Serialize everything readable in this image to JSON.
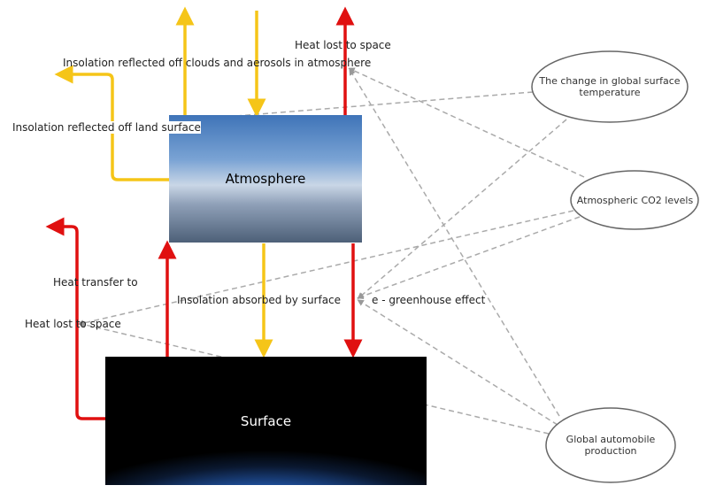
{
  "boxes": {
    "atmosphere": "Atmosphere",
    "surface": "Surface"
  },
  "flow_labels": {
    "clouds": "Insolation reflected off clouds and aerosols in atmosphere",
    "heat_lost_top": "Heat lost to space",
    "land": "Insolation reflected off land surface",
    "heat_transfer": "Heat transfer to",
    "absorbed": "Insolation absorbed by surface",
    "greenhouse": "e - greenhouse effect",
    "heat_lost_left": "Heat lost to space"
  },
  "nodes": {
    "temperature": "The change in global surface temperature",
    "co2": "Atmospheric CO2 levels",
    "automobile": "Global automobile production"
  },
  "colors": {
    "insolation": "#f5c518",
    "heat": "#e01010",
    "link": "#aaaaaa"
  }
}
